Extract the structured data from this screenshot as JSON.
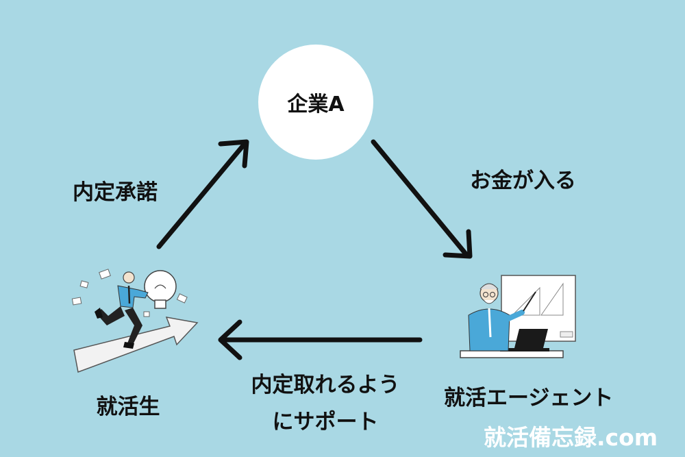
{
  "nodes": {
    "company": "企業A",
    "student": "就活生",
    "agent": "就活エージェント"
  },
  "edges": {
    "student_to_company": "内定承諾",
    "company_to_agent": "お金が入る",
    "agent_to_student_line1": "内定取れるよう",
    "agent_to_student_line2": "にサポート"
  },
  "watermark": "就活備忘録.com",
  "colors": {
    "background": "#a9d8e4",
    "arrow": "#111111",
    "accent": "#4aa8d8"
  }
}
